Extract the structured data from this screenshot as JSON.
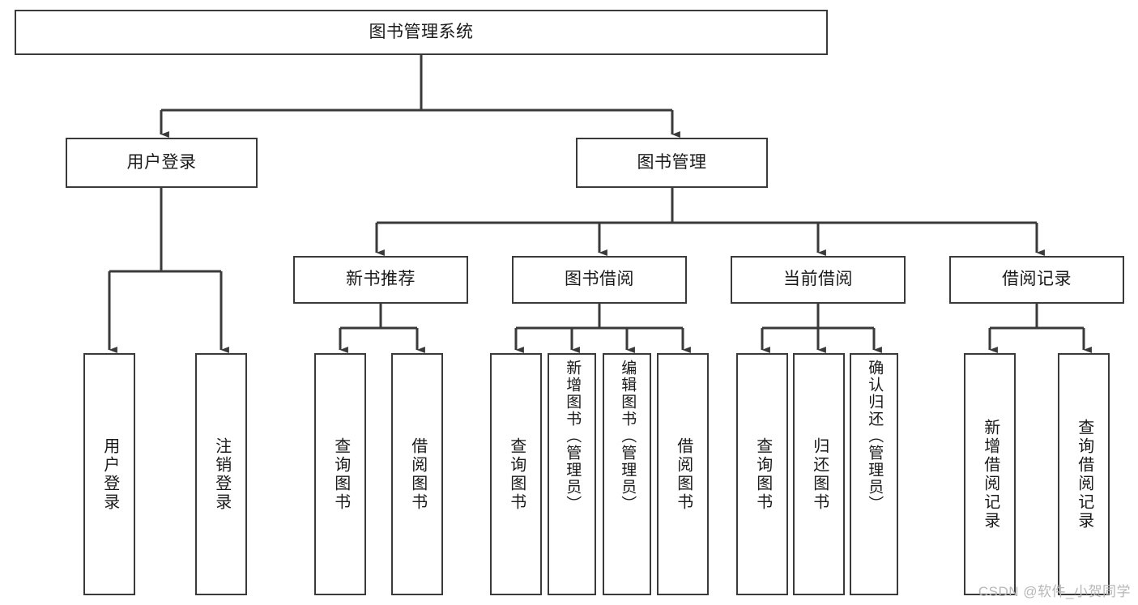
{
  "diagram": {
    "title": "图书管理系统",
    "type": "tree",
    "stroke_color": "#3a3a3a",
    "background_color": "#ffffff",
    "text_color": "#1a1a1a"
  },
  "nodes": {
    "root": {
      "label": "图书管理系统",
      "level": 0
    },
    "level1": [
      {
        "label": "用户登录"
      },
      {
        "label": "图书管理"
      }
    ],
    "level2": [
      {
        "label": "新书推荐"
      },
      {
        "label": "图书借阅"
      },
      {
        "label": "当前借阅"
      },
      {
        "label": "借阅记录"
      }
    ],
    "leaves": {
      "user_login": [
        {
          "label": "用户登录"
        },
        {
          "label": "注销登录"
        }
      ],
      "new_book_recommend": [
        {
          "label": "查询图书"
        },
        {
          "label": "借阅图书"
        }
      ],
      "book_borrow": [
        {
          "label": "查询图书"
        },
        {
          "label": "新增图书（管理员）"
        },
        {
          "label": "编辑图书（管理员）"
        },
        {
          "label": "借阅图书"
        }
      ],
      "current_borrow": [
        {
          "label": "查询图书"
        },
        {
          "label": "归还图书"
        },
        {
          "label": "确认归还（管理员）"
        }
      ],
      "borrow_record": [
        {
          "label": "新增借阅记录"
        },
        {
          "label": "查询借阅记录"
        }
      ]
    }
  },
  "watermark": {
    "text": "CSDN @软件_小贺同学"
  }
}
